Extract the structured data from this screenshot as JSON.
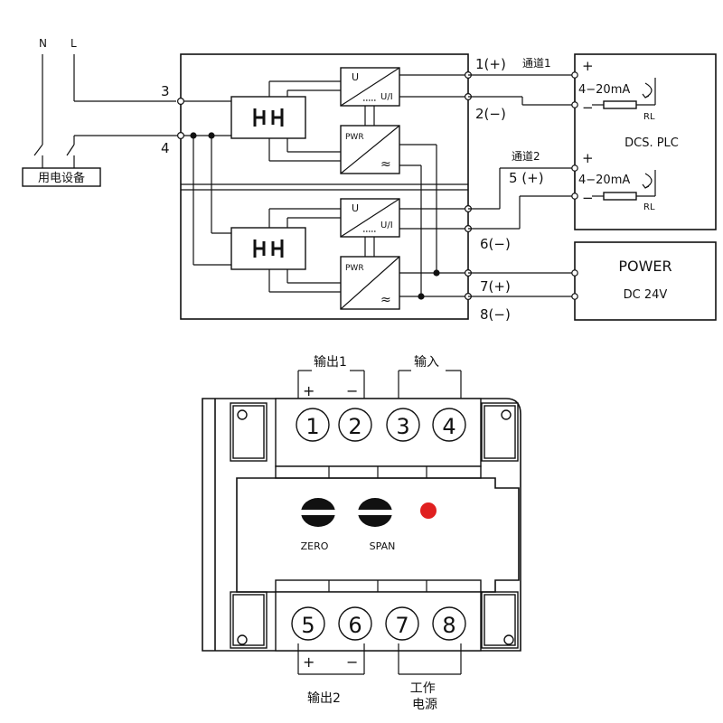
{
  "wiring": {
    "power_lines": {
      "n": "N",
      "l": "L"
    },
    "device_label": "用电设备",
    "input_terminals": {
      "t3": "3",
      "t4": "4"
    },
    "channel1": {
      "name": "通道1",
      "t1": "1(+)",
      "t2": "2(−)",
      "isolator_in": "U",
      "isolator_out": "U/I",
      "pwr": "PWR",
      "signal": "4−20mA",
      "load": "RL",
      "plus": "+",
      "minus": "−"
    },
    "channel2": {
      "name": "通道2",
      "t5": "5 (+)",
      "t6": "6(−)",
      "isolator_in": "U",
      "isolator_out": "U/I",
      "pwr": "PWR",
      "signal": "4−20mA",
      "load": "RL",
      "plus": "+",
      "minus": "−"
    },
    "receiver_label": "DCS. PLC",
    "power_supply": {
      "title": "POWER",
      "spec": "DC 24V",
      "t7": "7(+)",
      "t8": "8(−)"
    }
  },
  "module": {
    "output1_label": "输出1",
    "input_label": "输入",
    "output2_label": "输出2",
    "work_power_label": "工作电源",
    "top_plus": "+",
    "top_minus": "−",
    "bottom_plus": "+",
    "bottom_minus": "−",
    "top_terminals": [
      "1",
      "2",
      "3",
      "4"
    ],
    "bottom_terminals": [
      "5",
      "6",
      "7",
      "8"
    ],
    "zero_label": "ZERO",
    "span_label": "SPAN",
    "led_color": "#e02020"
  }
}
